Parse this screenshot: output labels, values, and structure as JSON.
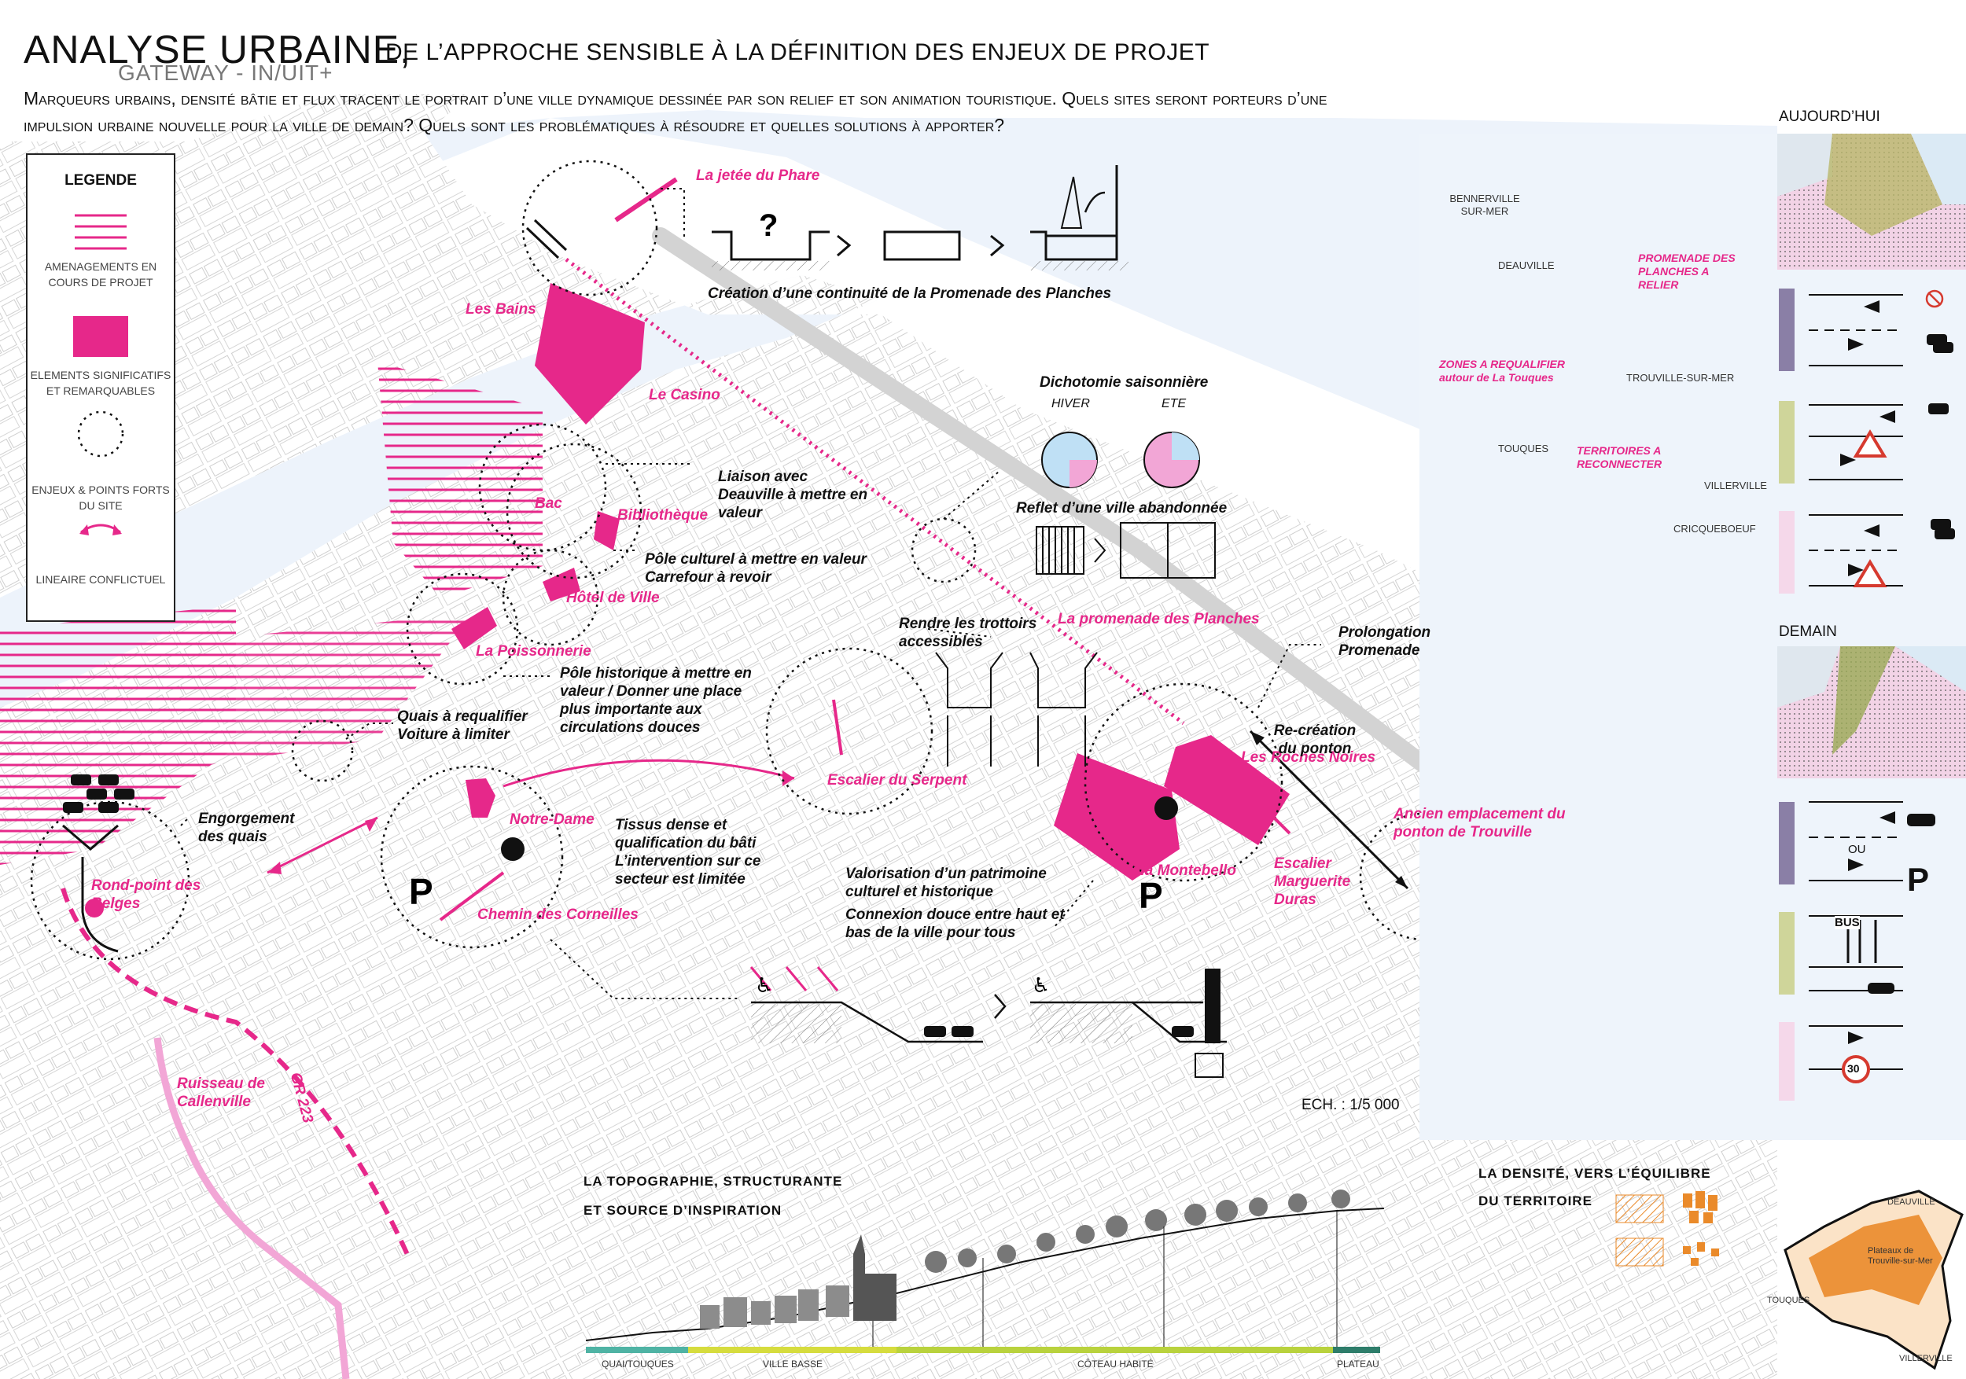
{
  "header": {
    "title": "ANALYSE URBAINE,",
    "subtitle": "DE L’APPROCHE SENSIBLE À LA DÉFINITION DES ENJEUX DE PROJET",
    "brand": "GATEWAY - IN/UIT+",
    "intro": "Marqueurs urbains, densité bâtie et flux tracent le portrait d’une ville dynamique dessinée par son relief et son animation touristique. Quels sites seront porteurs d’une impulsion urbaine nouvelle pour la ville de demain? Quels sont les problématiques à résoudre et quelles solutions à apporter?"
  },
  "legend": {
    "title": "LEGENDE",
    "items": [
      {
        "label": "AMENAGEMENTS EN COURS DE PROJET"
      },
      {
        "label": "ELEMENTS SIGNIFICATIFS ET REMARQUABLES"
      },
      {
        "label": "ENJEUX & POINTS FORTS DU SITE"
      },
      {
        "label": "LINEAIRE CONFLICTUEL"
      }
    ]
  },
  "places": {
    "jetee": "La jetée du Phare",
    "bains": "Les Bains",
    "casino": "Le Casino",
    "bac": "Bac",
    "bibliotheque": "Bibliothèque",
    "hotel_ville": "Hôtel de Ville",
    "poissonnerie": "La Poissonnerie",
    "promenade": "La promenade des Planches",
    "escalier_serpent": "Escalier du Serpent",
    "notre_dame": "Notre-Dame",
    "chemin_corneilles": "Chemin des Corneilles",
    "rond_point": "Rond-point des Belges",
    "roches_noires": "Les Roches Noires",
    "villa_montebello": "Villa Montebello",
    "escalier_duras": "Escalier Marguerite Duras",
    "ancien_ponton": "Ancien emplacement du ponton de Trouville",
    "ruisseau": "Ruisseau de Callenville",
    "gr": "GR 223"
  },
  "annotations": {
    "continuite": "Création d’une continuité de la Promenade des Planches",
    "liaison": "Liaison avec Deauville à mettre en valeur",
    "pole_culturel": "Pôle culturel à mettre en valeur Carrefour à revoir",
    "pole_historique": "Pôle historique à mettre en valeur / Donner une place plus importante aux circulations douces",
    "quais": "Quais à requalifier Voiture à limiter",
    "engorgement": "Engorgement des quais",
    "tissus": "Tissus dense et qualification du bâti L’intervention sur ce secteur est limitée",
    "trottoirs": "Rendre les trottoirs accessibles",
    "valorisation": "Valorisation d’un patrimoine culturel et historique",
    "connexion": "Connexion douce entre haut et bas de la ville pour tous",
    "prolongation": "Prolongation Promenade",
    "recreation": "Re-création du ponton",
    "dichotomie": "Dichotomie saisonnière",
    "hiver": "HIVER",
    "ete": "ETE",
    "reflet": "Reflet d’une ville abandonnée",
    "echelle": "ECH. : 1/5 000"
  },
  "inset_map": {
    "places": [
      "BENNERVILLE SUR-MER",
      "DEAUVILLE",
      "TROUVILLE-SUR-MER",
      "TOUQUES",
      "VILLERVILLE",
      "CRICQUEBOEUF"
    ],
    "pink_labels": {
      "promenade": "PROMENADE DES PLANCHES A RELIER",
      "zones": "ZONES A REQUALIFIER autour de La Touques",
      "territoires": "TERRITOIRES A RECONNECTER"
    }
  },
  "right_panel": {
    "today": "AUJOURD’HUI",
    "tomorrow": "DEMAIN",
    "ou": "OU",
    "bus": "BUS",
    "speed": "30",
    "row_colors": [
      "#8a7fa6",
      "#cfd59a",
      "#f5d8ea"
    ]
  },
  "topography": {
    "title_line1": "LA TOPOGRAPHIE, STRUCTURANTE",
    "title_line2": "ET SOURCE D’INSPIRATION",
    "segments": [
      {
        "label": "QUAI/TOUQUES",
        "color": "#4fb3a4"
      },
      {
        "label": "VILLE BASSE",
        "color": "#d6dc3e"
      },
      {
        "label": "CÔTEAU HABITÉ",
        "color": "#b9d23d"
      },
      {
        "label": "PLATEAU",
        "color": "#2e7d6a"
      }
    ]
  },
  "density": {
    "title_line1": "LA DENSITÉ, VERS L’ÉQUILIBRE",
    "title_line2": "DU TERRITOIRE",
    "places": [
      "DEAUVILLE",
      "Plateaux de Trouville-sur-Mer",
      "TOUQUES",
      "VILLERVILLE"
    ]
  },
  "colors": {
    "accent": "#e6288a",
    "sea": "#edf3fb",
    "orange": "#ea8a2a"
  }
}
